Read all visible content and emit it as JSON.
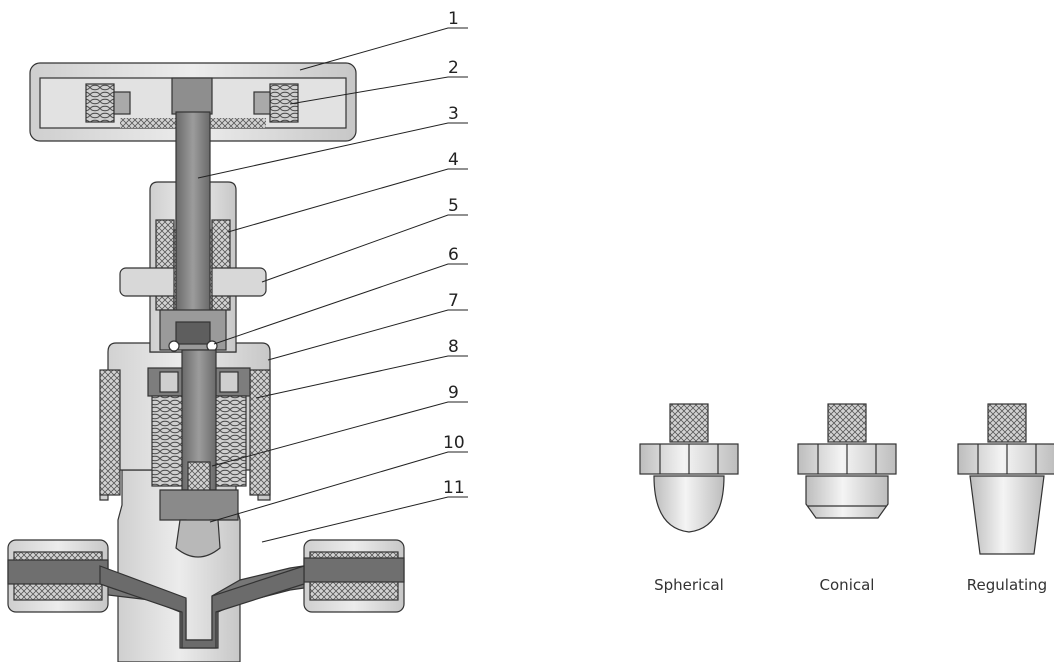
{
  "callouts": [
    "1",
    "2",
    "3",
    "4",
    "5",
    "6",
    "7",
    "8",
    "9",
    "10",
    "11"
  ],
  "tips": [
    {
      "label": "Spherical",
      "shape": "spherical"
    },
    {
      "label": "Conical",
      "shape": "conical"
    },
    {
      "label": "Regulating",
      "shape": "regulating"
    }
  ],
  "colors": {
    "metal_light": "#dcdcdc",
    "metal_mid": "#b9b9b9",
    "metal_dark": "#6e6e6e",
    "stem": "#8a8a8a",
    "outline": "#333333"
  }
}
